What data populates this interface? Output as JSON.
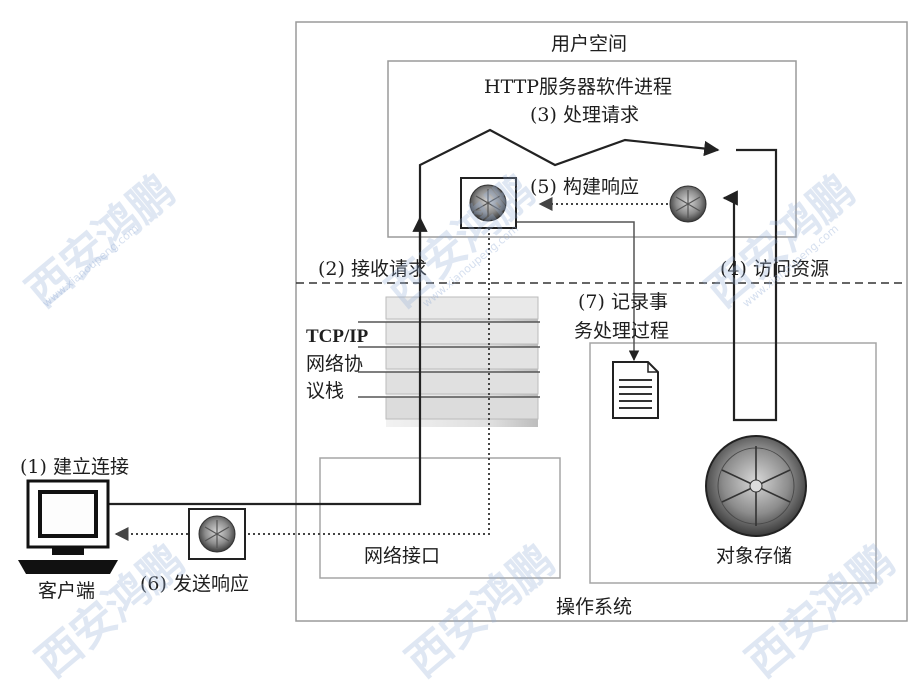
{
  "regions": {
    "user_space": "用户空间",
    "http_process": "HTTP服务器软件进程",
    "os": "操作系统",
    "network_interface": "网络接口",
    "object_storage": "对象存储",
    "client": "客户端",
    "tcpip_line1": "TCP/IP",
    "tcpip_line2": "网络协",
    "tcpip_line3": "议栈"
  },
  "steps": {
    "s1": "(1) 建立连接",
    "s2": "(2) 接收请求",
    "s3": "(3) 处理请求",
    "s4": "(4) 访问资源",
    "s5": "(5) 构建响应",
    "s6": "(6) 发送响应",
    "s7_line1": "(7) 记录事",
    "s7_line2": "务处理过程"
  },
  "watermark": {
    "text": "西安鸿鹏",
    "url": "www.xianoupeng.com"
  },
  "colors": {
    "line": "#222222",
    "box_border": "#9a9a9a",
    "dashed_divider": "#333333",
    "dotted_flow": "#444444",
    "watermark": "#96afd7"
  }
}
